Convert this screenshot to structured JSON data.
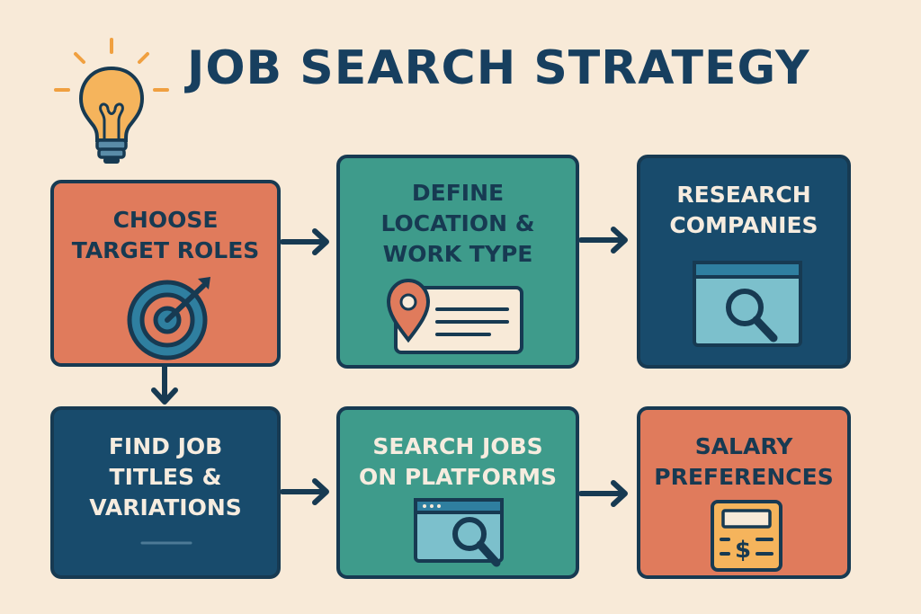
{
  "title": "JOB SEARCH STRATEGY",
  "steps": [
    {
      "id": "choose",
      "label": "CHOOSE TARGET ROLES",
      "lines": [
        "CHOOSE",
        "TARGET ROLES"
      ],
      "icon": "target-icon",
      "color": "#e07b5c"
    },
    {
      "id": "define",
      "label": "DEFINE LOCATION & WORK TYPE",
      "lines": [
        "DEFINE",
        "LOCATION &",
        "WORK TYPE"
      ],
      "icon": "location-pin-icon",
      "color": "#3e9b8b"
    },
    {
      "id": "research",
      "label": "RESEARCH COMPANIES",
      "lines": [
        "RESEARCH",
        "COMPANIES"
      ],
      "icon": "browser-search-icon",
      "color": "#184b6c"
    },
    {
      "id": "find",
      "label": "FIND JOB TITLES & VARIATIONS",
      "lines": [
        "FIND JOB",
        "TITLES &",
        "VARIATIONS"
      ],
      "icon": "dash-icon",
      "color": "#184b6c"
    },
    {
      "id": "search",
      "label": "SEARCH JOBS ON PLATFORMS",
      "lines": [
        "SEARCH JOBS",
        "ON PLATFORMS"
      ],
      "icon": "browser-search-icon",
      "color": "#3e9b8b"
    },
    {
      "id": "salary",
      "label": "SALARY PREFERENCES",
      "lines": [
        "SALARY",
        "PREFERENCES"
      ],
      "icon": "calculator-icon",
      "color": "#e07b5c"
    }
  ],
  "colors": {
    "background": "#f8ead8",
    "navy": "#173a52",
    "orange": "#e07b5c",
    "teal": "#3e9b8b",
    "dark_blue": "#184b6c",
    "bulb": "#f5b45c"
  }
}
